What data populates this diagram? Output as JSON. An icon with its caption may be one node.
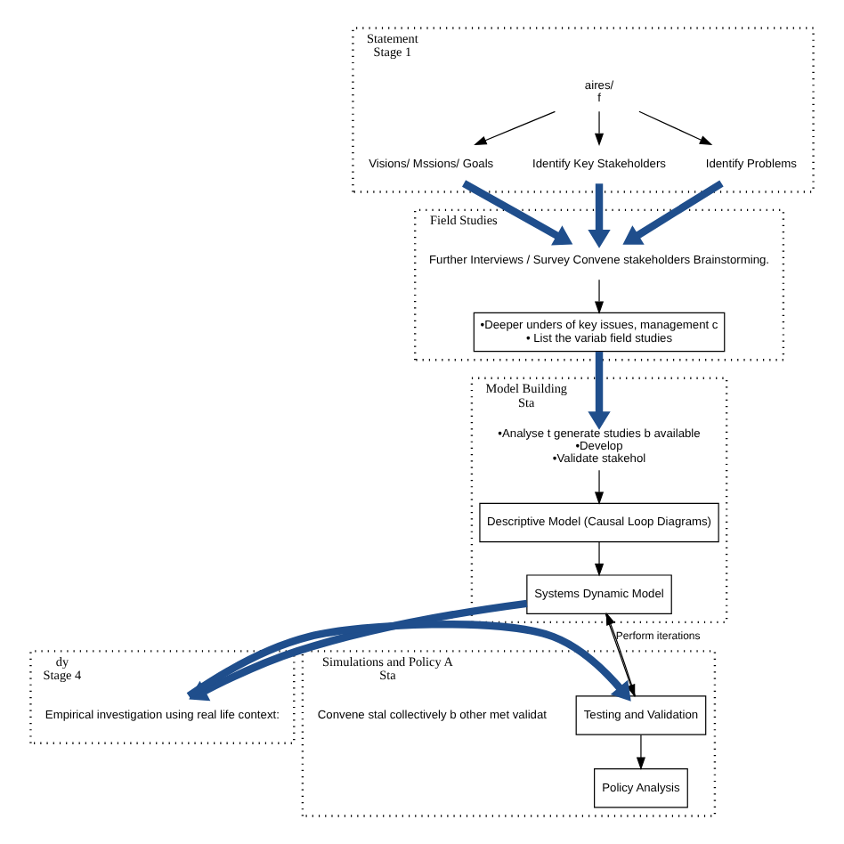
{
  "diagram": {
    "nodes": [
      {
        "text": [
          "Statement",
          "Stage 1"
        ]
      },
      {
        "text": [
          "Visions/ Mssions/ Goals"
        ],
        "in": 0
      },
      {
        "text": [
          "Identify Key Stakeholders"
        ],
        "in": 0
      },
      {
        "text": [
          "Identify Problems"
        ],
        "in": 0
      },
      {
        "text": [
          "aires/",
          "f"
        ],
        "in": 0
      },
      {
        "text": [
          "Field Studies"
        ]
      },
      {
        "text": [
          "Further Interviews / Survey Convene stakeholders Brainstorming."
        ],
        "in": 5
      },
      {
        "text": [
          "•Deeper unders of key issues, management c",
          "• List the variab field studies"
        ],
        "in": 5
      },
      {
        "text": [
          "Model Building",
          "Sta"
        ]
      },
      {
        "text": [
          "Descriptive Model (Causal Loop Diagrams)"
        ],
        "in": 8
      },
      {
        "text": [
          "Systems Dynamic Model"
        ],
        "in": 8
      },
      {
        "text": [
          "•Analyse t generate studies b available",
          "•Develop",
          "•Validate stakehol"
        ],
        "in": 8
      },
      {
        "text": [
          "dy",
          "Stage 4"
        ]
      },
      {
        "text": [
          "Empirical investigation using real life context:"
        ],
        "in": 12
      },
      {
        "text": [
          "Simulations and Policy A",
          "Sta"
        ]
      },
      {
        "text": [
          "Testing and Validation"
        ],
        "in": 14
      },
      {
        "text": [
          "Policy Analysis"
        ],
        "in": 14
      },
      {
        "text": [
          "Convene stal collectively b other met validat"
        ],
        "in": 14
      }
    ],
    "edges": [
      {
        "from": 4,
        "to": 1,
        "arrow": "to"
      },
      {
        "from": 4,
        "to": 2,
        "arrow": "to"
      },
      {
        "from": 4,
        "to": 3,
        "arrow": "to"
      },
      {
        "from": 1,
        "to": 6,
        "arrow": "to",
        "style": "thick",
        "color": "#1f4e8c"
      },
      {
        "from": 2,
        "to": 6,
        "arrow": "to",
        "style": "thick",
        "color": "#1f4e8c"
      },
      {
        "from": 3,
        "to": 6,
        "arrow": "to",
        "style": "thick",
        "color": "#1f4e8c"
      },
      {
        "from": 6,
        "to": 7,
        "arrow": "to"
      },
      {
        "from": 7,
        "to": 11,
        "arrow": "to",
        "style": "thick",
        "color": "#1f4e8c"
      },
      {
        "from": 11,
        "to": 9,
        "arrow": "to"
      },
      {
        "from": 9,
        "to": 10,
        "arrow": "to"
      },
      {
        "from": 10,
        "to": 13,
        "arrow": "to",
        "style": "thick",
        "color": "#1f4e8c"
      },
      {
        "from": 10,
        "to": 15,
        "arrow": "to"
      },
      {
        "from": 15,
        "to": 10,
        "arrow": "to",
        "label": "Perform iterations"
      },
      {
        "from": 13,
        "to": 15,
        "arrow": "to",
        "style": "thick",
        "color": "#1f4e8c"
      },
      {
        "from": 15,
        "to": 16,
        "arrow": "to"
      }
    ]
  }
}
